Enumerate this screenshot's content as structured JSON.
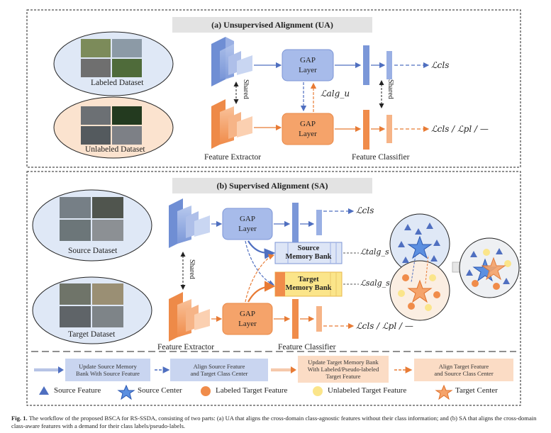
{
  "panel_a": {
    "title": "(a) Unsupervised Alignment (UA)",
    "labeled_dataset": "Labeled Dataset",
    "unlabeled_dataset": "Unlabeled Dataset",
    "gap_top": "GAP\nLayer",
    "gap_bottom": "GAP\nLayer",
    "shared_left": "Shared",
    "shared_right": "Shared",
    "feature_extractor": "Feature Extractor",
    "feature_classifier": "Feature Classifier",
    "loss_cls": "ℒcls",
    "loss_alg_u": "ℒalg_u",
    "loss_cls_pl": "ℒcls / ℒpl / —"
  },
  "panel_b": {
    "title": "(b) Supervised Alignment (SA)",
    "source_dataset": "Source Dataset",
    "target_dataset": "Target Dataset",
    "gap_top": "GAP\nLayer",
    "gap_bottom": "GAP\nLayer",
    "shared": "Shared",
    "source_memory_bank": "Source\nMemory Bank",
    "target_memory_bank": "Target\nMemory Bank",
    "feature_extractor": "Feature Extractor",
    "feature_classifier": "Feature Classifier",
    "loss_cls": "ℒcls",
    "loss_alg_s_t": "ℒtalg_s",
    "loss_alg_s_s": "ℒsalg_s",
    "loss_cls_pl": "ℒcls / ℒpl / —"
  },
  "legend": {
    "update_source": "Update Source Memory\nBank With Source Feature",
    "align_source": "Align Source Feature\nand Target Class Center",
    "update_target": "Update Target Memory Bank\nWith Labeled/Pseudo-labeled\nTarget Feature",
    "align_target": "Align Target Feature\nand Source Class Center",
    "source_feature": "Source Feature",
    "source_center": "Source Center",
    "labeled_target_feature": "Labeled Target Feature",
    "unlabeled_target_feature": "Unlabeled  Target Feature",
    "target_center": "Target Center"
  },
  "caption": {
    "prefix": "Fig. 1.",
    "text": "The workflow of the proposed BSCA for RS-SSDA, consisting of two parts: (a) UA that aligns the cross-domain class-agnostic features without their class information; and (b) SA that aligns the cross-domain class-aware features with a demand for their class labels/pseudo-labels."
  },
  "colors": {
    "blue": "#8fa8df",
    "blue_dark": "#4f6fc0",
    "orange": "#f4a46c",
    "orange_dark": "#e87b35",
    "ellipse_blue": "#dfe8f6",
    "ellipse_orange": "#fbe3cf",
    "memory_bank_blue": "#dde5f6",
    "memory_bank_yellow": "#fbe58a",
    "legend_blue_box": "#c9d5f0",
    "legend_orange_box": "#fbdcc5"
  }
}
